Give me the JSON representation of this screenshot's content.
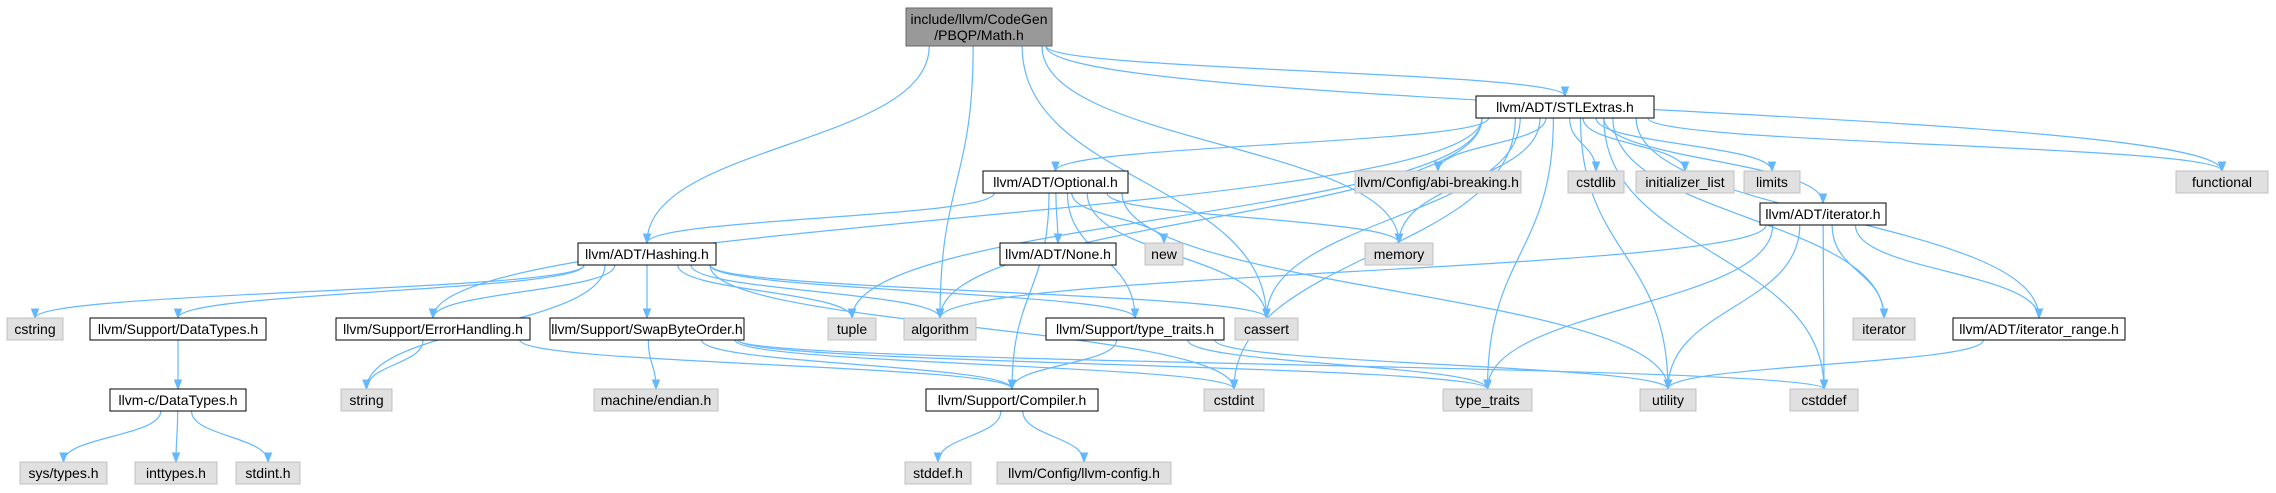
{
  "graph": {
    "colors": {
      "edge": "#63B8FF",
      "root_fill": "#999999",
      "root_stroke": "#666666",
      "project_fill": "#FFFFFF",
      "project_stroke": "#000000",
      "system_fill": "#E0E0E0",
      "system_stroke": "#C0C0C0"
    },
    "nodes": [
      {
        "id": "math",
        "label": "include/llvm/CodeGen\n/PBQP/Math.h",
        "kind": "root"
      },
      {
        "id": "stlextras",
        "label": "llvm/ADT/STLExtras.h",
        "kind": "project"
      },
      {
        "id": "optional",
        "label": "llvm/ADT/Optional.h",
        "kind": "project"
      },
      {
        "id": "abibreaking",
        "label": "llvm/Config/abi-breaking.h",
        "kind": "system"
      },
      {
        "id": "cstdlib",
        "label": "cstdlib",
        "kind": "system"
      },
      {
        "id": "initlist",
        "label": "initializer_list",
        "kind": "system"
      },
      {
        "id": "limits",
        "label": "limits",
        "kind": "system"
      },
      {
        "id": "functional",
        "label": "functional",
        "kind": "system"
      },
      {
        "id": "hashing",
        "label": "llvm/ADT/Hashing.h",
        "kind": "project"
      },
      {
        "id": "none",
        "label": "llvm/ADT/None.h",
        "kind": "project"
      },
      {
        "id": "new",
        "label": "new",
        "kind": "system"
      },
      {
        "id": "memory",
        "label": "memory",
        "kind": "system"
      },
      {
        "id": "iteratorh",
        "label": "llvm/ADT/iterator.h",
        "kind": "project"
      },
      {
        "id": "cstring",
        "label": "cstring",
        "kind": "system"
      },
      {
        "id": "datatypes",
        "label": "llvm/Support/DataTypes.h",
        "kind": "project"
      },
      {
        "id": "errorhandling",
        "label": "llvm/Support/ErrorHandling.h",
        "kind": "project"
      },
      {
        "id": "swapbyte",
        "label": "llvm/Support/SwapByteOrder.h",
        "kind": "project"
      },
      {
        "id": "tuple",
        "label": "tuple",
        "kind": "system"
      },
      {
        "id": "algorithm",
        "label": "algorithm",
        "kind": "system"
      },
      {
        "id": "typetraitsh",
        "label": "llvm/Support/type_traits.h",
        "kind": "project"
      },
      {
        "id": "cassert",
        "label": "cassert",
        "kind": "system"
      },
      {
        "id": "iterator",
        "label": "iterator",
        "kind": "system"
      },
      {
        "id": "iterrange",
        "label": "llvm/ADT/iterator_range.h",
        "kind": "project"
      },
      {
        "id": "cdatatypes",
        "label": "llvm-c/DataTypes.h",
        "kind": "project"
      },
      {
        "id": "string",
        "label": "string",
        "kind": "system"
      },
      {
        "id": "endian",
        "label": "machine/endian.h",
        "kind": "system"
      },
      {
        "id": "cstdint",
        "label": "cstdint",
        "kind": "system"
      },
      {
        "id": "compiler",
        "label": "llvm/Support/Compiler.h",
        "kind": "project"
      },
      {
        "id": "type_traits",
        "label": "type_traits",
        "kind": "system"
      },
      {
        "id": "utility",
        "label": "utility",
        "kind": "system"
      },
      {
        "id": "cstddef",
        "label": "cstddef",
        "kind": "system"
      },
      {
        "id": "systypes",
        "label": "sys/types.h",
        "kind": "system"
      },
      {
        "id": "inttypes",
        "label": "inttypes.h",
        "kind": "system"
      },
      {
        "id": "stdint",
        "label": "stdint.h",
        "kind": "system"
      },
      {
        "id": "stddef",
        "label": "stddef.h",
        "kind": "system"
      },
      {
        "id": "llvmconfig",
        "label": "llvm/Config/llvm-config.h",
        "kind": "system"
      }
    ],
    "edges": [
      [
        "math",
        "stlextras"
      ],
      [
        "math",
        "hashing"
      ],
      [
        "math",
        "functional"
      ],
      [
        "math",
        "memory"
      ],
      [
        "math",
        "algorithm"
      ],
      [
        "math",
        "cassert"
      ],
      [
        "stlextras",
        "optional"
      ],
      [
        "stlextras",
        "abibreaking"
      ],
      [
        "stlextras",
        "cstdlib"
      ],
      [
        "stlextras",
        "initlist"
      ],
      [
        "stlextras",
        "limits"
      ],
      [
        "stlextras",
        "functional"
      ],
      [
        "stlextras",
        "memory"
      ],
      [
        "stlextras",
        "iteratorh"
      ],
      [
        "stlextras",
        "iterrange"
      ],
      [
        "stlextras",
        "iterator"
      ],
      [
        "stlextras",
        "utility"
      ],
      [
        "stlextras",
        "type_traits"
      ],
      [
        "stlextras",
        "cstddef"
      ],
      [
        "stlextras",
        "cassert"
      ],
      [
        "stlextras",
        "cstdint"
      ],
      [
        "stlextras",
        "algorithm"
      ],
      [
        "stlextras",
        "tuple"
      ],
      [
        "stlextras",
        "errorhandling"
      ],
      [
        "optional",
        "hashing"
      ],
      [
        "optional",
        "none"
      ],
      [
        "optional",
        "new"
      ],
      [
        "optional",
        "memory"
      ],
      [
        "optional",
        "cassert"
      ],
      [
        "optional",
        "typetraitsh"
      ],
      [
        "optional",
        "compiler"
      ],
      [
        "optional",
        "utility"
      ],
      [
        "hashing",
        "cstring"
      ],
      [
        "hashing",
        "datatypes"
      ],
      [
        "hashing",
        "errorhandling"
      ],
      [
        "hashing",
        "swapbyte"
      ],
      [
        "hashing",
        "tuple"
      ],
      [
        "hashing",
        "algorithm"
      ],
      [
        "hashing",
        "typetraitsh"
      ],
      [
        "hashing",
        "cassert"
      ],
      [
        "hashing",
        "string"
      ],
      [
        "hashing",
        "cstdint"
      ],
      [
        "iteratorh",
        "algorithm"
      ],
      [
        "iteratorh",
        "iterator"
      ],
      [
        "iteratorh",
        "iterrange"
      ],
      [
        "iteratorh",
        "type_traits"
      ],
      [
        "iteratorh",
        "utility"
      ],
      [
        "iteratorh",
        "cstddef"
      ],
      [
        "iterrange",
        "utility"
      ],
      [
        "datatypes",
        "cdatatypes"
      ],
      [
        "cdatatypes",
        "systypes"
      ],
      [
        "cdatatypes",
        "inttypes"
      ],
      [
        "cdatatypes",
        "stdint"
      ],
      [
        "errorhandling",
        "string"
      ],
      [
        "errorhandling",
        "compiler"
      ],
      [
        "swapbyte",
        "endian"
      ],
      [
        "swapbyte",
        "cstdint"
      ],
      [
        "swapbyte",
        "type_traits"
      ],
      [
        "swapbyte",
        "compiler"
      ],
      [
        "swapbyte",
        "cstddef"
      ],
      [
        "typetraitsh",
        "compiler"
      ],
      [
        "typetraitsh",
        "type_traits"
      ],
      [
        "typetraitsh",
        "utility"
      ],
      [
        "compiler",
        "stddef"
      ],
      [
        "compiler",
        "llvmconfig"
      ]
    ]
  }
}
